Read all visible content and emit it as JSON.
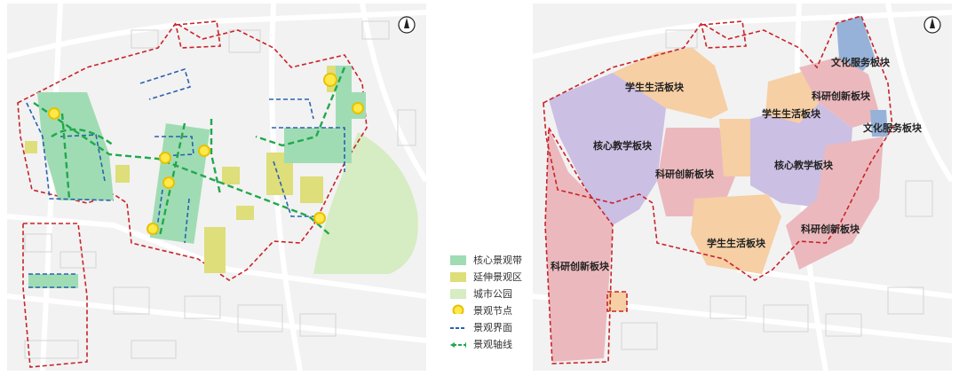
{
  "colors": {
    "core_landscape": "#9fdcb4",
    "extended_landscape": "#dede7a",
    "city_park": "#d6ecc2",
    "node": "#ffe84a",
    "interface_line": "#2a62b0",
    "axis_line": "#22a84c",
    "boundary": "#c8242a",
    "teaching": "#cbbfe3",
    "student_life": "#f6cfa4",
    "research": "#ebb9bd",
    "culture_service": "#97b2d9"
  },
  "legend": {
    "core_landscape": "核心景观带",
    "extended_landscape": "延伸景观区",
    "city_park": "城市公园",
    "node": "景观节点",
    "interface": "景观界面",
    "axis": "景观轴线"
  },
  "zones": {
    "student_life": "学生生活板块",
    "research": "科研创新板块",
    "teaching": "核心教学板块",
    "culture_service": "文化服务板块"
  },
  "icons": {
    "north_arrow": "north-arrow-icon"
  }
}
